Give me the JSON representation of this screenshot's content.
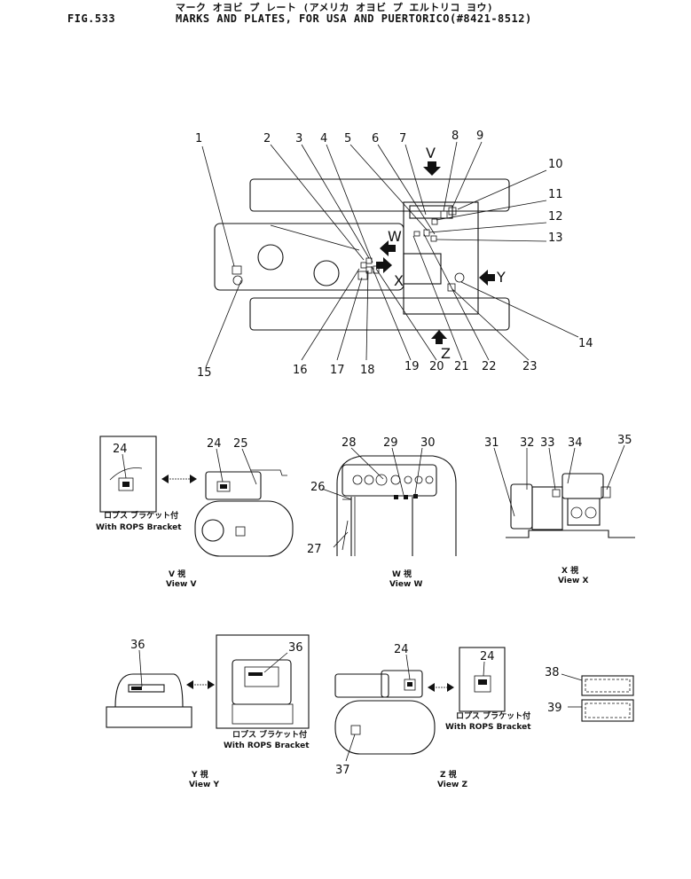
{
  "header": {
    "fig": "FIG.533",
    "japanese": "マーク オヨビ プ レート (アメリカ オヨビ プ エルトリコ ヨウ)",
    "title": "MARKS AND PLATES, FOR USA AND PUERTORICO(#8421-8512)"
  },
  "top_view": {
    "arrows": [
      "V",
      "W",
      "X",
      "Y",
      "Z"
    ],
    "callouts": [
      "1",
      "2",
      "3",
      "4",
      "5",
      "6",
      "7",
      "8",
      "9",
      "10",
      "11",
      "12",
      "13",
      "14",
      "15",
      "16",
      "17",
      "18",
      "19",
      "20",
      "21",
      "22",
      "23"
    ]
  },
  "view_v": {
    "callouts": [
      "24",
      "24",
      "25"
    ],
    "rops_jp": "ロプス ブラケット付",
    "rops_en": "With ROPS Bracket",
    "view_jp": "V 視",
    "view_en": "View V"
  },
  "view_w": {
    "callouts": [
      "26",
      "27",
      "28",
      "29",
      "30"
    ],
    "view_jp": "W 視",
    "view_en": "View W"
  },
  "view_x": {
    "callouts": [
      "31",
      "32",
      "33",
      "34",
      "35"
    ],
    "view_jp": "X 視",
    "view_en": "View X"
  },
  "view_y": {
    "callouts": [
      "36",
      "36"
    ],
    "rops_jp": "ロプス ブラケット付",
    "rops_en": "With ROPS Bracket",
    "view_jp": "Y 視",
    "view_en": "View Y"
  },
  "view_z": {
    "callouts": [
      "24",
      "24",
      "37"
    ],
    "rops_jp": "ロプス ブラケット付",
    "rops_en": "With ROPS Bracket",
    "view_jp": "Z 視",
    "view_en": "View Z"
  },
  "plates": {
    "callouts": [
      "38",
      "39"
    ]
  }
}
